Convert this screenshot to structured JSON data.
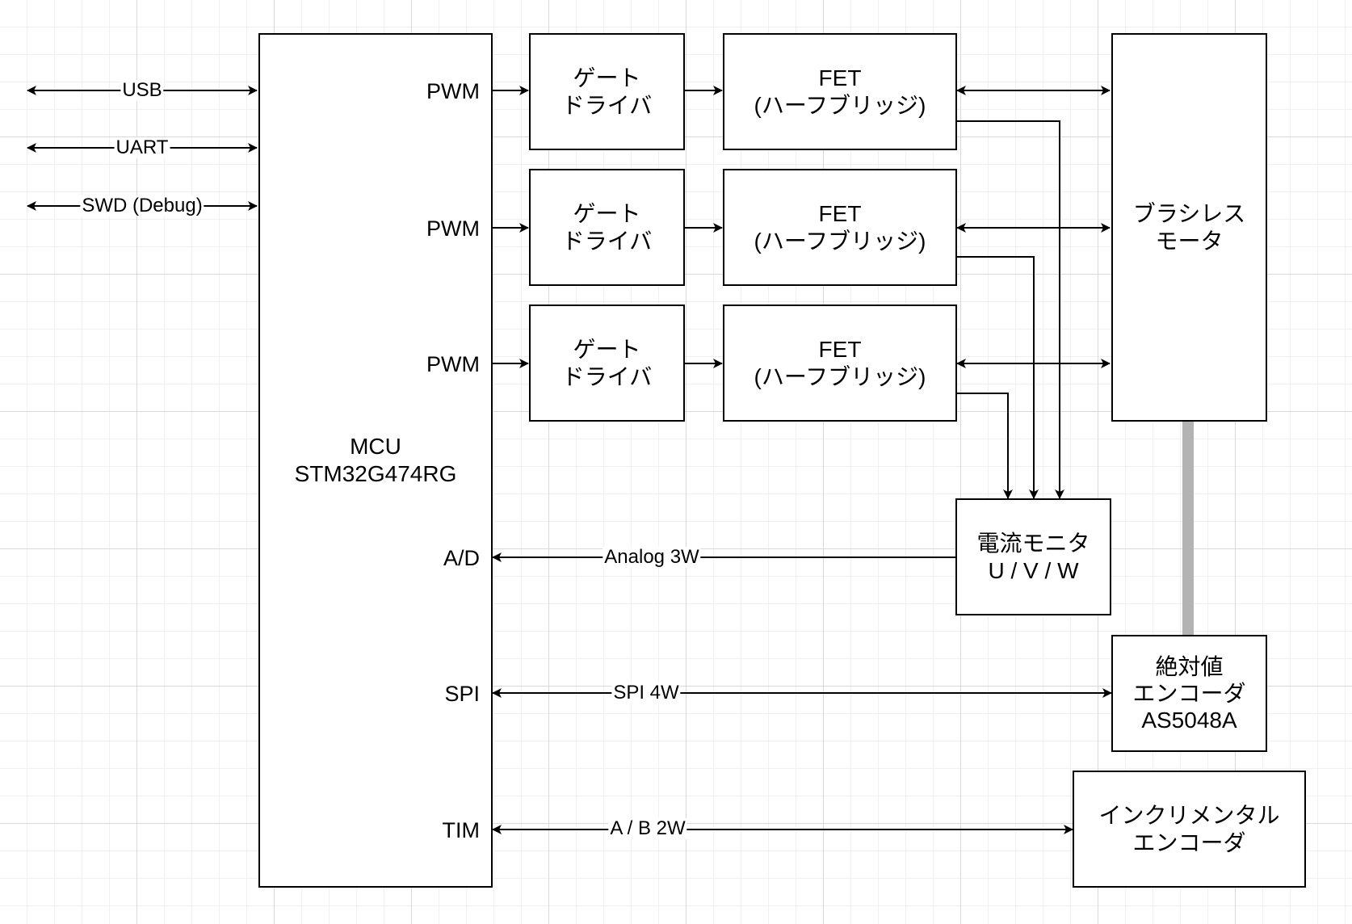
{
  "mcu": {
    "line1": "MCU",
    "line2": "STM32G474RG"
  },
  "ports": {
    "pwm1": "PWM",
    "pwm2": "PWM",
    "pwm3": "PWM",
    "ad": "A/D",
    "spi": "SPI",
    "tim": "TIM"
  },
  "gate_drivers": [
    {
      "line1": "ゲート",
      "line2": "ドライバ"
    },
    {
      "line1": "ゲート",
      "line2": "ドライバ"
    },
    {
      "line1": "ゲート",
      "line2": "ドライバ"
    }
  ],
  "fets": [
    {
      "line1": "FET",
      "line2": "(ハーフブリッジ)"
    },
    {
      "line1": "FET",
      "line2": "(ハーフブリッジ)"
    },
    {
      "line1": "FET",
      "line2": "(ハーフブリッジ)"
    }
  ],
  "motor": {
    "line1": "ブラシレス",
    "line2": "モータ"
  },
  "current_monitor": {
    "line1": "電流モニタ",
    "line2": "U / V / W"
  },
  "abs_encoder": {
    "line1": "絶対値",
    "line2": "エンコーダ",
    "line3": "AS5048A"
  },
  "inc_encoder": {
    "line1": "インクリメンタル",
    "line2": "エンコーダ"
  },
  "edge_labels": {
    "usb": "USB",
    "uart": "UART",
    "swd": "SWD (Debug)",
    "analog": "Analog 3W",
    "spi": "SPI 4W",
    "ab": "A / B 2W"
  },
  "colors": {
    "line": "#000000",
    "shaft": "#b3b3b3",
    "grid_major": "#d9d9d9",
    "grid_minor": "#f0f0f0"
  }
}
